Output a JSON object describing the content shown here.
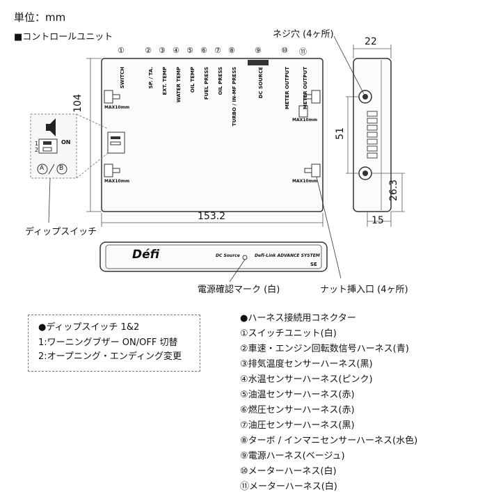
{
  "header": {
    "unit": "単位：mm",
    "section": "■コントロールユニット"
  },
  "connector_numbers": [
    "①",
    "②",
    "③",
    "④",
    "⑤",
    "⑥",
    "⑦",
    "⑧",
    "⑨",
    "⑩",
    "⑪"
  ],
  "port_labels": [
    "SWITCH",
    "SP. / TA.",
    "EXT. TEMP",
    "WATER TEMP",
    "OIL TEMP",
    "FUEL PRESS",
    "OIL PRESS",
    "TURBO / IN-MF PRESS",
    "DC SOURCE",
    "METER OUTPUT",
    "METER OUTPUT"
  ],
  "max_label": "MAX10mm",
  "dimensions": {
    "width": "153.2",
    "height": "104",
    "depth": "22",
    "hole_spacing": "51",
    "hole_height": "26.3",
    "bottom": "15"
  },
  "callouts": {
    "screw_hole": "ネジ穴 (4ヶ所)",
    "dip_switch": "ディップスイッチ",
    "power_mark": "電源確認マーク (白)",
    "nut_insert": "ナット挿入口 (4ヶ所)"
  },
  "front_panel": {
    "brand": "Défi",
    "dc_source": "DC Source",
    "system": "Defi-Link ADVANCE SYSTEM",
    "model": "SE"
  },
  "dip_detail": {
    "on": "ON",
    "n1": "1",
    "n2": "2",
    "a": "A",
    "b": "B"
  },
  "dip_note": {
    "title": "●ディップスイッチ 1&2",
    "line1": "1:ワーニングブザー ON/OFF 切替",
    "line2": "2:オープニング・エンディング変更"
  },
  "harness": {
    "title": "●ハーネス接続用コネクター",
    "items": [
      "①スイッチユニット(白)",
      "②車速・エンジン回転数信号ハーネス(青)",
      "③排気温度センサーハーネス(黒)",
      "④水温センサーハーネス(ピンク)",
      "⑤油温センサーハーネス(赤)",
      "⑥燃圧センサーハーネス(赤)",
      "⑦油圧センサーハーネス(黒)",
      "⑧ターボ / インマニセンサーハーネス(水色)",
      "⑨電源ハーネス(ベージュ)",
      "⑩メーターハーネス(白)",
      "⑪メーターハーネス(白)"
    ]
  }
}
